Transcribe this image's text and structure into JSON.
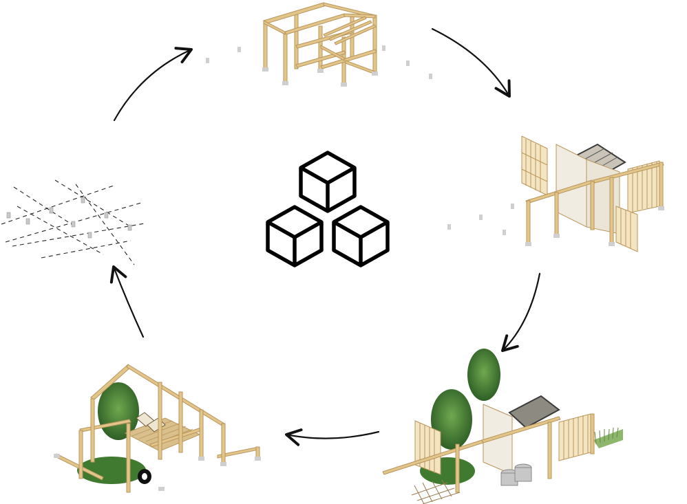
{
  "diagram": {
    "type": "cycle",
    "center_icon": "three-cubes-icon",
    "stages": [
      {
        "id": "foundation-grid",
        "icon": "foundation-grid-icon"
      },
      {
        "id": "timber-frame",
        "icon": "timber-frame-icon"
      },
      {
        "id": "frame-with-panels",
        "icon": "panelled-pavilion-icon"
      },
      {
        "id": "furnished-with-greenery",
        "icon": "green-pavilion-icon"
      },
      {
        "id": "reduced-structure-with-garden",
        "icon": "garden-pergola-icon"
      }
    ],
    "arrows": [
      {
        "from": "foundation-grid",
        "to": "timber-frame"
      },
      {
        "from": "timber-frame",
        "to": "frame-with-panels"
      },
      {
        "from": "frame-with-panels",
        "to": "furnished-with-greenery"
      },
      {
        "from": "furnished-with-greenery",
        "to": "reduced-structure-with-garden"
      },
      {
        "from": "reduced-structure-with-garden",
        "to": "foundation-grid"
      }
    ],
    "colors": {
      "timber": "#e2c58a",
      "timber_edge": "#b8955a",
      "footing": "#c9c9c9",
      "greenery": "#4f8a3a",
      "greenery_dark": "#2f5f26",
      "arrow": "#111111",
      "dashes": "#222222"
    }
  }
}
